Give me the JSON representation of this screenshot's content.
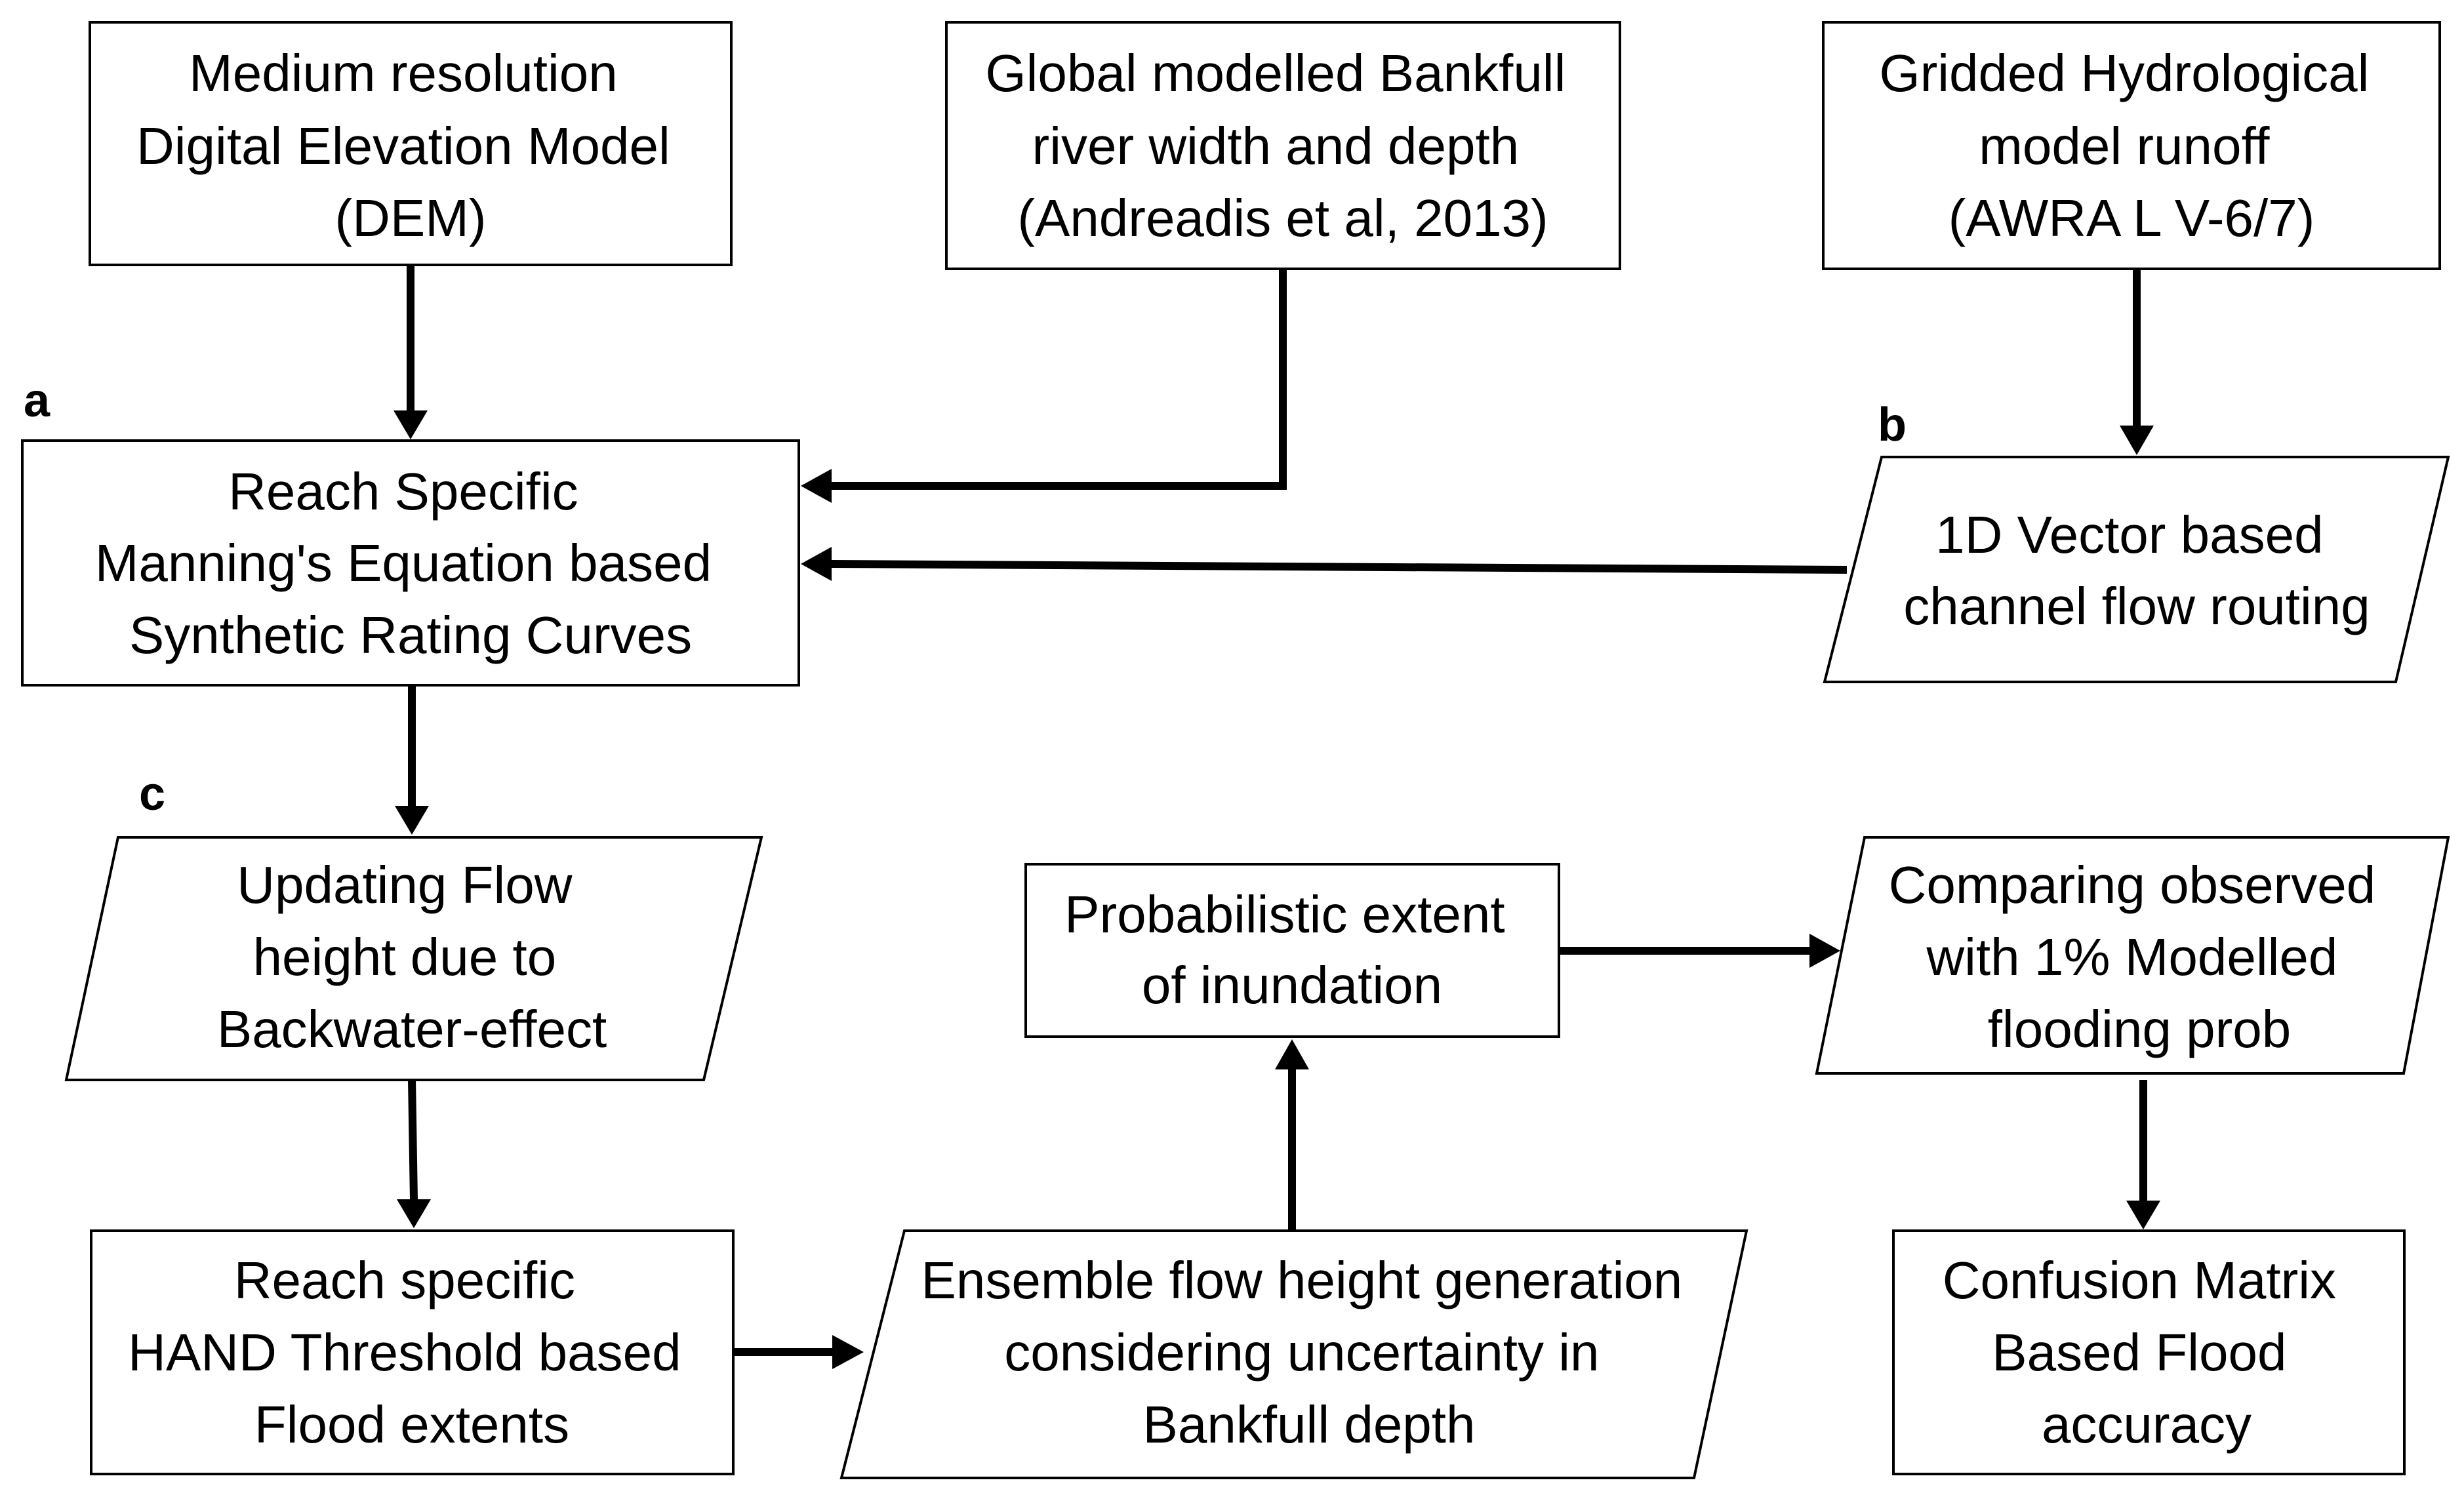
{
  "nodes": {
    "dem": {
      "lines": [
        "Medium resolution",
        "Digital Elevation Model",
        "(DEM)"
      ]
    },
    "bankfull": {
      "lines": [
        "Global modelled Bankfull",
        "river width and depth",
        "(Andreadis et al, 2013)"
      ]
    },
    "runoff": {
      "lines": [
        "Gridded Hydrological",
        "model runoff",
        "(AWRA L V-6/7)"
      ]
    },
    "rating": {
      "lines": [
        "Reach Specific",
        "Manning's Equation based",
        "Synthetic Rating Curves"
      ]
    },
    "routing": {
      "lines": [
        "1D Vector based",
        "channel flow routing"
      ]
    },
    "backwater": {
      "lines": [
        "Updating Flow",
        "height due to",
        "Backwater-effect"
      ]
    },
    "probabilistic": {
      "lines": [
        "Probabilistic extent",
        "of inundation"
      ]
    },
    "comparing": {
      "lines": [
        "Comparing observed",
        "with 1% Modelled",
        "flooding prob"
      ]
    },
    "hand": {
      "lines": [
        "Reach specific",
        "HAND Threshold based",
        "Flood extents"
      ]
    },
    "ensemble": {
      "lines": [
        "Ensemble flow height generation",
        "considering uncertainty in",
        "Bankfull depth"
      ]
    },
    "confusion": {
      "lines": [
        "Confusion Matrix",
        "Based Flood",
        "accuracy"
      ]
    }
  },
  "tags": {
    "a": "a",
    "b": "b",
    "c": "c"
  }
}
